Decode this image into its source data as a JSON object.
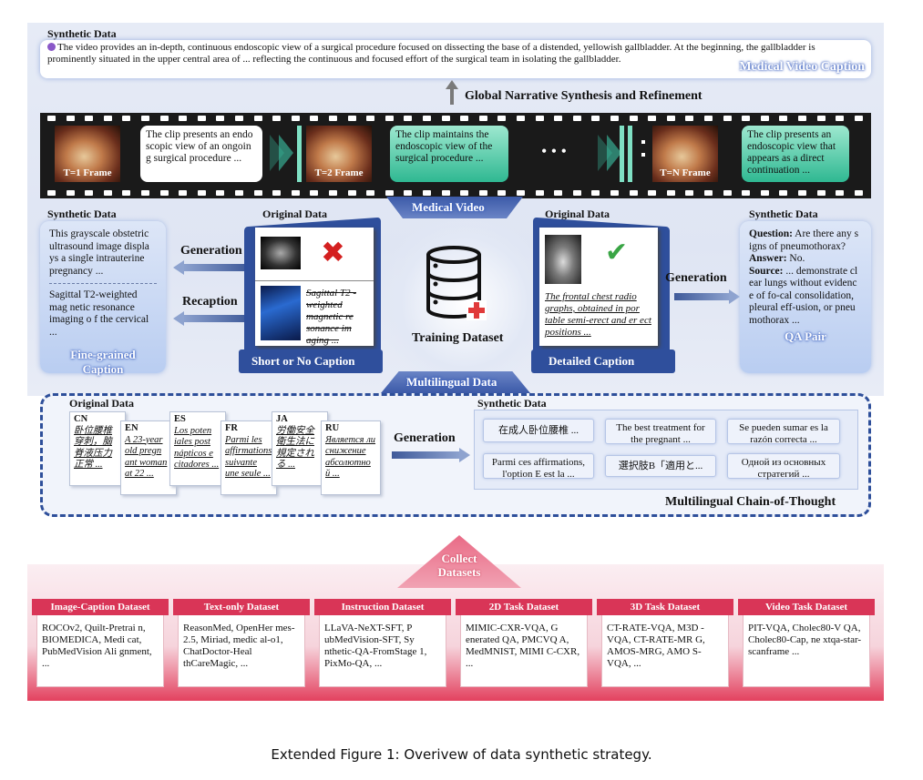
{
  "figure_caption": "Extended Figure 1: Overivew of data synthetic strategy.",
  "video": {
    "synthetic_label": "Synthetic Data",
    "caption_text": "The video provides an in-depth, continuous endoscopic view of a surgical procedure focused on dissecting the base of a distended, yellowish gallbladder. At the beginning, the gallbladder is prominently situated in the upper central area of ... reflecting the continuous and focused effort of the surgical team in isolating the gallbladder.",
    "caption_tag": "Medical Video Caption",
    "refine_label": "Global Narrative Synthesis and Refinement",
    "strip_label": "Medical Video",
    "frames": [
      {
        "label": "T=1 Frame",
        "clip": "The clip presents an endo scopic view of an ongoin g surgical procedure ..."
      },
      {
        "label": "T=2 Frame",
        "clip": "The clip maintains the endoscopic view of the surgical procedure ..."
      },
      {
        "label": "T=N Frame",
        "clip": "The clip presents an endoscopic view that appears as a direct continuation ..."
      }
    ],
    "ellipsis": "• • •"
  },
  "left": {
    "synthetic_label": "Synthetic Data",
    "text1": "This grayscale obstetric ultrasound image displa ys a single intrauterine pregnancy ...",
    "text2": "Sagittal T2-weighted mag netic resonance imaging o f the cervical ...",
    "tag_line1": "Fine-grained",
    "tag_line2": "Caption",
    "generation": "Generation",
    "recaption": "Recaption",
    "original_label": "Original Data",
    "original_text": "Sagittal T2 -weighted magnetic re sonance im aging ...",
    "panel_label": "Short or No Caption"
  },
  "center": {
    "training_label": "Training Dataset",
    "multilingual_label": "Multilingual Data"
  },
  "right": {
    "original_label": "Original Data",
    "original_text": "The frontal chest radio graphs, obtained in por table semi-erect and er ect positions ...",
    "panel_label": "Detailed Caption",
    "generation": "Generation",
    "synthetic_label": "Synthetic Data",
    "question_label": "Question:",
    "question": "Are there any s igns of pneumothorax?",
    "answer_label": "Answer:",
    "answer": "No.",
    "source_label": "Source:",
    "source": "... demonstrate cl ear lungs without evidenc e of fo-cal consolidation, pleural eff-usion, or pneu mothorax ...",
    "tag": "QA Pair"
  },
  "multilingual": {
    "original_label": "Original Data",
    "synthetic_label": "Synthetic Data",
    "generation": "Generation",
    "tag": "Multilingual Chain-of-Thought",
    "cards": [
      {
        "code": "CN",
        "text": "卧位腰椎穿刺，脑脊液压力正常 ..."
      },
      {
        "code": "EN",
        "text": "A 23-year old pregn ant woman at 22 ..."
      },
      {
        "code": "ES",
        "text": "Los poten iales post nápticos e citadores ..."
      },
      {
        "code": "FR",
        "text": "Parmi les affirmations suivante une seule ..."
      },
      {
        "code": "JA",
        "text": "労働安全衛生法に規定される ..."
      },
      {
        "code": "RU",
        "text": "Является ли снижение абсолютно й ..."
      }
    ],
    "outputs": [
      "在成人卧位腰椎 ...",
      "The best treatment for the pregnant ...",
      "Se pueden sumar es la razón correcta ...",
      "Parmi ces affirmations, l'option E est la ...",
      "選択肢B「適用と...",
      "Одной из основных стратегий ..."
    ]
  },
  "collect": {
    "line1": "Collect",
    "line2": "Datasets"
  },
  "datasets": [
    {
      "title": "Image-Caption Dataset",
      "text": "ROCOv2, Quilt-Pretrai n, BIOMEDICA, Medi cat, PubMedVision Ali gnment, ..."
    },
    {
      "title": "Text-only Dataset",
      "text": "ReasonMed, OpenHer mes-2.5, Miriad, medic al-o1, ChatDoctor-Heal thCareMagic, ..."
    },
    {
      "title": "Instruction Dataset",
      "text": "LLaVA-NeXT-SFT, P ubMedVision-SFT, Sy nthetic-QA-FromStage 1, PixMo-QA, ..."
    },
    {
      "title": "2D Task Dataset",
      "text": "MIMIC-CXR-VQA, G enerated QA, PMCVQ A, MedMNIST, MIMI C-CXR, ..."
    },
    {
      "title": "3D Task Dataset",
      "text": "CT-RATE-VQA, M3D -VQA, CT-RATE-MR G, AMOS-MRG, AMO S-VQA, ..."
    },
    {
      "title": "Video Task Dataset",
      "text": "PIT-VQA, Cholec80-V QA, Cholec80-Cap, ne xtqa-star-scanframe ..."
    }
  ]
}
